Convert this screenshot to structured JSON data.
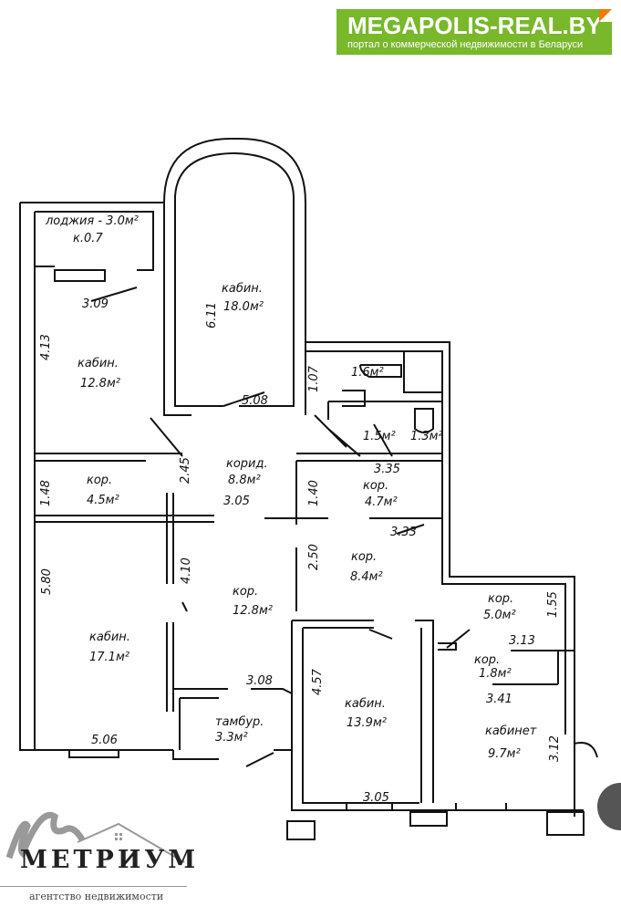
{
  "banner": {
    "title": "MEGAPOLIS-REAL.BY",
    "subtitle": "портал о коммерческой недвижимости в Беларуси",
    "color": "#78b82a",
    "accent": "#f07a10"
  },
  "logo": {
    "name": "МЕТРИУМ",
    "subtitle": "агентство недвижимости"
  },
  "plan": {
    "rooms": [
      {
        "name": "лоджия - 3.0м²",
        "sub": "к.0.7"
      },
      {
        "name": "кабин.",
        "area": "18.0м²"
      },
      {
        "name": "кабин.",
        "area": "12.8м²"
      },
      {
        "name": "кор.",
        "area": "4.5м²"
      },
      {
        "name": "корид.",
        "area": "8.8м²"
      },
      {
        "name": "кор.",
        "area": "4.7м²"
      },
      {
        "name": "кор.",
        "area": "8.4м²"
      },
      {
        "name": "кор.",
        "area": "12.8м²"
      },
      {
        "name": "кабин.",
        "area": "17.1м²"
      },
      {
        "name": "тамбур.",
        "area": "3.3м²"
      },
      {
        "name": "кабин.",
        "area": "13.9м²"
      },
      {
        "name": "кор.",
        "area": "5.0м²"
      },
      {
        "name": "кор.",
        "area": "1.8м²"
      },
      {
        "name": "кабинет",
        "area": "9.7м²"
      }
    ],
    "wc": [
      "1.6м²",
      "1.5м²",
      "1.3м²"
    ],
    "dims": [
      "3.09",
      "6.11",
      "4.13",
      "5.08",
      "1.07",
      "2.45",
      "1.48",
      "3.05",
      "1.40",
      "3.35",
      "3.33",
      "2.50",
      "4.10",
      "5.80",
      "5.06",
      "3.08",
      "4.57",
      "3.05",
      "1.55",
      "3.13",
      "3.41",
      "3.12"
    ]
  }
}
